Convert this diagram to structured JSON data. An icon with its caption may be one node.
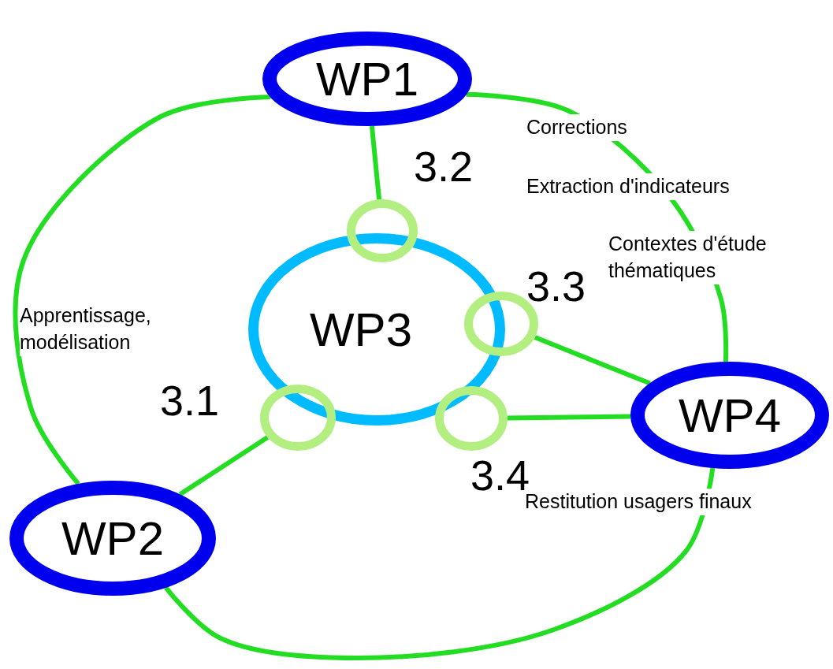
{
  "diagram": {
    "nodes": [
      {
        "text": [
          "WP1"
        ]
      },
      {
        "text": [
          "WP3"
        ]
      },
      {
        "text": [],
        "shape": "circle",
        "beside": [
          "3.2"
        ]
      },
      {
        "text": [],
        "shape": "circle",
        "beside": [
          "3.3"
        ]
      },
      {
        "text": [],
        "shape": "circle",
        "beside": [
          "3.1"
        ]
      },
      {
        "text": [],
        "shape": "circle",
        "beside": [
          "3.4"
        ]
      },
      {
        "text": [
          "WP4"
        ]
      },
      {
        "text": [
          "WP2"
        ]
      }
    ],
    "edges": [
      {
        "from": 0,
        "to": 2,
        "arrow": "none"
      },
      {
        "from": 3,
        "to": 6,
        "arrow": "none"
      },
      {
        "from": 5,
        "to": 6,
        "arrow": "none"
      },
      {
        "from": 4,
        "to": 7,
        "arrow": "none"
      },
      {
        "from": 0,
        "to": 7,
        "arrow": "none"
      },
      {
        "from": 0,
        "to": 6,
        "arrow": "none"
      },
      {
        "from": 6,
        "to": 7,
        "arrow": "none"
      }
    ],
    "labels": [
      "Corrections",
      "Extraction d'indicateurs",
      "Contextes d'étude thématiques",
      "Apprentissage, modélisation",
      "Restitution usagers finaux"
    ]
  }
}
